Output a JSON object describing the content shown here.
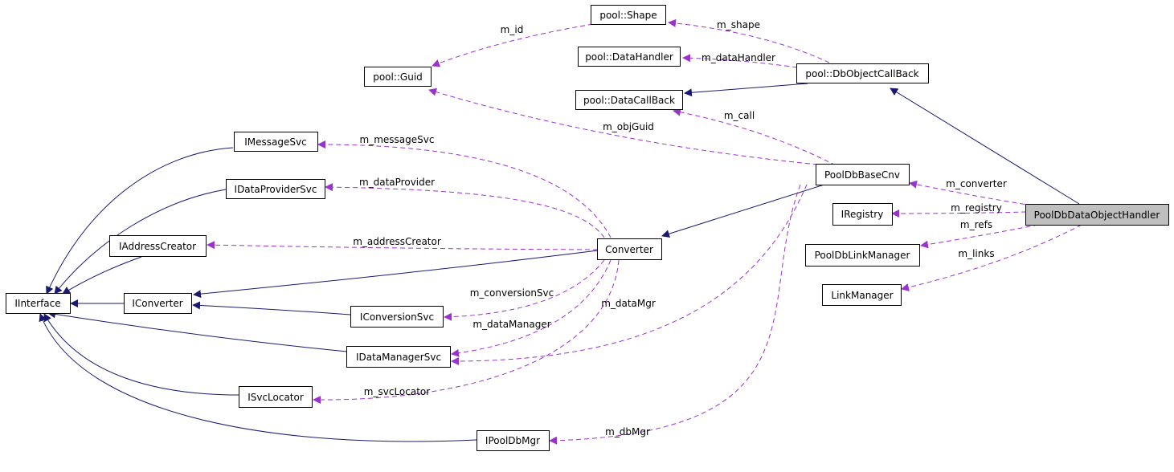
{
  "diagram": {
    "colors": {
      "inheritance_edge": "#191970",
      "usage_edge": "#9a32cd",
      "focus_node_fill": "#bfbfbf",
      "node_fill": "#ffffff",
      "node_border": "#000000"
    },
    "nodes": [
      {
        "id": "shape",
        "label": "pool::Shape"
      },
      {
        "id": "guid",
        "label": "pool::Guid"
      },
      {
        "id": "datahandler",
        "label": "pool::DataHandler"
      },
      {
        "id": "dbocb",
        "label": "pool::DbObjectCallBack"
      },
      {
        "id": "datacb",
        "label": "pool::DataCallBack"
      },
      {
        "id": "imsg",
        "label": "IMessageSvc"
      },
      {
        "id": "idataprov",
        "label": "IDataProviderSvc"
      },
      {
        "id": "iaddr",
        "label": "IAddressCreator"
      },
      {
        "id": "iiface",
        "label": "IInterface"
      },
      {
        "id": "iconv",
        "label": "IConverter"
      },
      {
        "id": "iconvsvc",
        "label": "IConversionSvc"
      },
      {
        "id": "idatamgr",
        "label": "IDataManagerSvc"
      },
      {
        "id": "isvcloc",
        "label": "ISvcLocator"
      },
      {
        "id": "ipooldbmgr",
        "label": "IPoolDbMgr"
      },
      {
        "id": "converter",
        "label": "Converter"
      },
      {
        "id": "pooldbbasecnv",
        "label": "PoolDbBaseCnv"
      },
      {
        "id": "iregistry",
        "label": "IRegistry"
      },
      {
        "id": "pooldblinkmgr",
        "label": "PoolDbLinkManager"
      },
      {
        "id": "linkmgr",
        "label": "LinkManager"
      },
      {
        "id": "handler",
        "label": "PoolDbDataObjectHandler",
        "focus": true
      }
    ],
    "edge_labels": [
      {
        "id": "m_id",
        "text": "m_id"
      },
      {
        "id": "m_shape",
        "text": "m_shape"
      },
      {
        "id": "m_dataHandler",
        "text": "m_dataHandler"
      },
      {
        "id": "m_call",
        "text": "m_call"
      },
      {
        "id": "m_objGuid",
        "text": "m_objGuid"
      },
      {
        "id": "m_messageSvc",
        "text": "m_messageSvc"
      },
      {
        "id": "m_dataProvider",
        "text": "m_dataProvider"
      },
      {
        "id": "m_addressCreator",
        "text": "m_addressCreator"
      },
      {
        "id": "m_conversionSvc",
        "text": "m_conversionSvc"
      },
      {
        "id": "m_dataManager",
        "text": "m_dataManager"
      },
      {
        "id": "m_dataMgr",
        "text": "m_dataMgr"
      },
      {
        "id": "m_svcLocator",
        "text": "m_svcLocator"
      },
      {
        "id": "m_dbMgr",
        "text": "m_dbMgr"
      },
      {
        "id": "m_converter",
        "text": "m_converter"
      },
      {
        "id": "m_registry",
        "text": "m_registry"
      },
      {
        "id": "m_refs",
        "text": "m_refs"
      },
      {
        "id": "m_links",
        "text": "m_links"
      }
    ]
  }
}
